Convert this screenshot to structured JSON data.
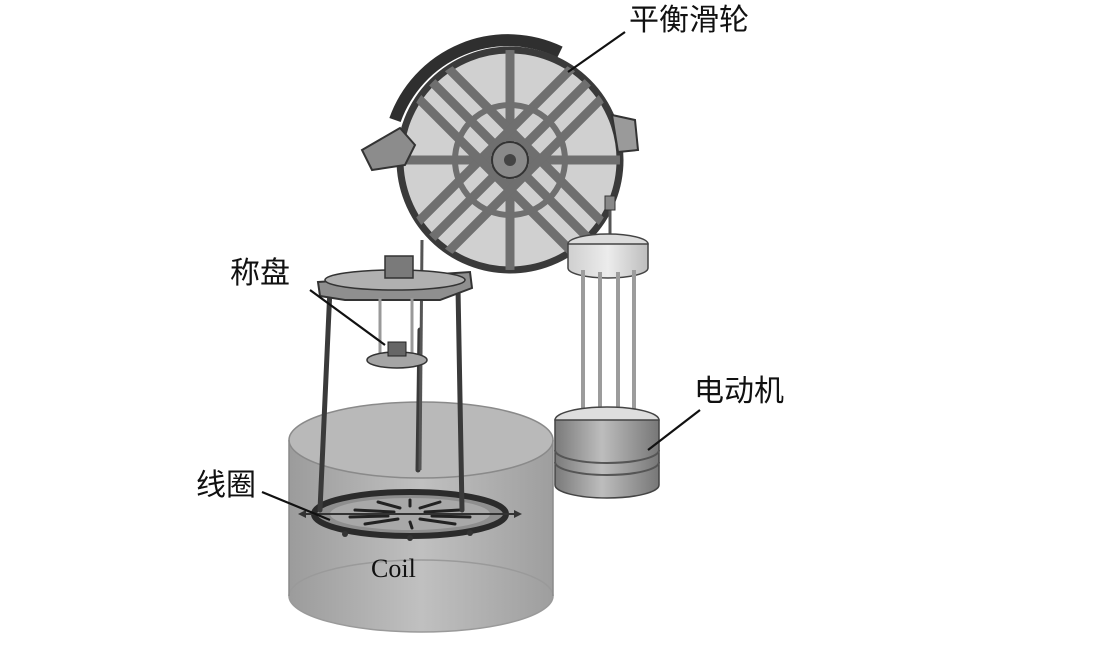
{
  "labels": {
    "balance_pulley": "平衡滑轮",
    "weighing_pan": "称盘",
    "motor": "电动机",
    "coil_cn": "线圈",
    "coil_en": "Coil"
  }
}
